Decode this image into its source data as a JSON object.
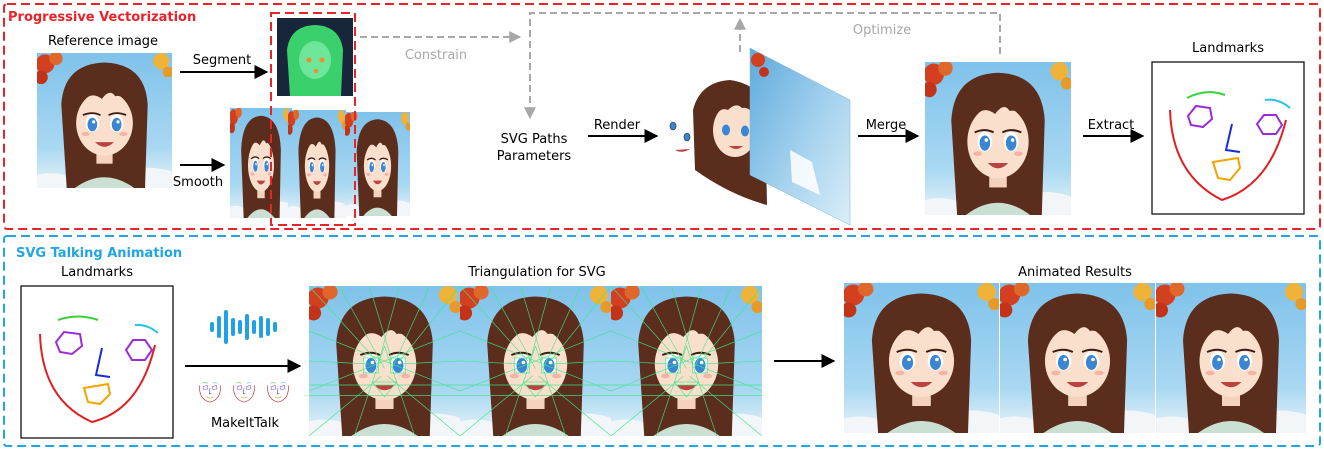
{
  "sections": {
    "top_title": "Progressive Vectorization",
    "bottom_title": "SVG Talking Animation"
  },
  "labels": {
    "reference_image": "Reference image",
    "segment": "Segment",
    "smooth": "Smooth",
    "constrain": "Constrain",
    "optimize": "Optimize",
    "svg_paths_line1": "SVG Paths",
    "svg_paths_line2": "Parameters",
    "render": "Render",
    "merge": "Merge",
    "extract": "Extract",
    "landmarks_top": "Landmarks",
    "landmarks_bottom": "Landmarks",
    "makeittalk": "MakeItTalk",
    "triangulation": "Triangulation for SVG",
    "animated_results": "Animated Results"
  },
  "colors": {
    "top_border": "#e8232a",
    "bottom_border": "#22a6e0",
    "arrow": "#000000",
    "gray_arrow": "#a8a8a8",
    "landmark_face": "#e02020",
    "landmark_eye": "#9b2bd6",
    "landmark_brow": "#35d23a",
    "landmark_brow_right": "#27c4e6",
    "landmark_nose": "#1a2bd8",
    "landmark_mouth": "#f0a500",
    "audio_wave": "#22a0e6",
    "mesh": "#3de88a"
  }
}
